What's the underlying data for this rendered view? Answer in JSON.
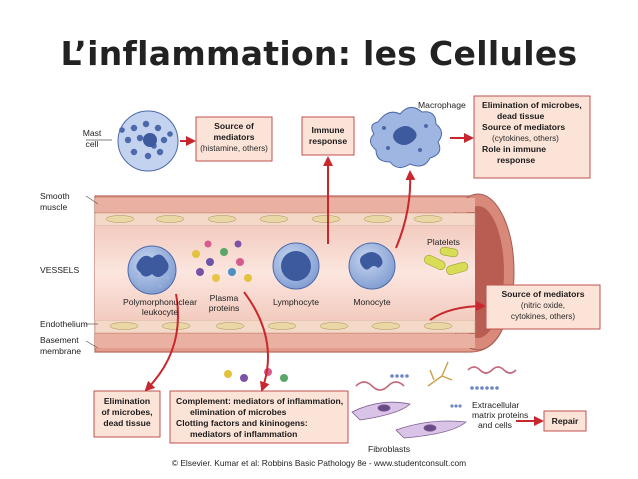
{
  "title": "L’inflammation: les Cellules",
  "labels": {
    "mast_cell": [
      "Mast",
      "cell"
    ],
    "macrophage": "Macrophage",
    "smooth_muscle": [
      "Smooth",
      "muscle"
    ],
    "vessels": "VESSELS",
    "endothelium": "Endothelium",
    "basement_membrane": [
      "Basement",
      "membrane"
    ],
    "pmn": [
      "Polymorphonuclear",
      "leukocyte"
    ],
    "plasma_proteins": [
      "Plasma",
      "proteins"
    ],
    "lymphocyte": "Lymphocyte",
    "monocyte": "Monocyte",
    "platelets": "Platelets",
    "fibroblasts": "Fibroblasts",
    "ecm": [
      "Extracellular",
      "matrix proteins",
      "and cells"
    ]
  },
  "boxes": {
    "mast_mediators": [
      "Source of",
      "mediators",
      "(histamine, others)"
    ],
    "immune_response": [
      "Immune",
      "response"
    ],
    "macrophage_roles": [
      "Elimination of microbes,",
      "dead tissue",
      "Source of mediators",
      "(cytokines, others)",
      "Role in immune",
      "response"
    ],
    "vessel_mediators": [
      "Source of mediators",
      "(nitric oxide,",
      "cytokines, others)"
    ],
    "pmn_elimination": [
      "Elimination",
      "of microbes,",
      "dead tissue"
    ],
    "complement": [
      "Complement: mediators of inflammation,",
      "elimination of microbes",
      "Clotting factors and kininogens:",
      "mediators of inflammation"
    ],
    "repair": "Repair"
  },
  "credit": "© Elsevier. Kumar et al: Robbins Basic Pathology 8e - www.studentconsult.com",
  "colors": {
    "box_fill": "#fbe3d7",
    "box_border": "#c0504d",
    "arrow": "#c8282d",
    "vessel_wall": "#e8a99a",
    "lumen": "#f6d5cc",
    "cell_blue": "#8aa6d6",
    "nucleus": "#3d5a9e"
  }
}
